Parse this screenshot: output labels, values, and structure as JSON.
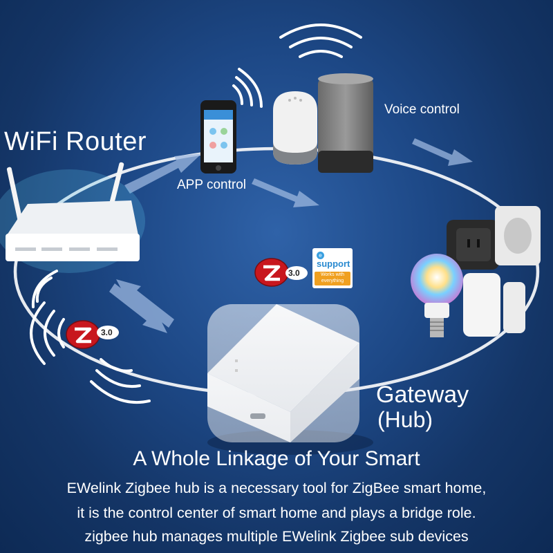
{
  "labels": {
    "wifi_router": "WiFi Router",
    "voice_control": "Voice control",
    "app_control": "APP control",
    "gateway": "Gateway",
    "hub": "(Hub)"
  },
  "badges": {
    "zigbee_version": "3.0",
    "ewelink_brand": "e",
    "ewelink_word": "support",
    "ewelink_tagline": "Works with everything"
  },
  "headline": "A Whole Linkage of Your Smart",
  "description": [
    "EWelink Zigbee hub is a necessary tool for ZigBee smart home,",
    "it is the control center of smart home and plays a bridge role.",
    "zigbee hub manages multiple EWelink Zigbee sub devices"
  ],
  "colors": {
    "background": "#1d4886",
    "zigbee_red": "#c8171e",
    "ewelink_orange": "#f0a020",
    "text": "#ffffff"
  },
  "icons": [
    "wifi-router-icon",
    "smartphone-icon",
    "smart-speaker-icon",
    "gateway-hub-icon",
    "smart-bulb-icon",
    "smart-plug-icon",
    "door-sensor-icon",
    "zigbee-logo-icon",
    "signal-waves-icon"
  ]
}
